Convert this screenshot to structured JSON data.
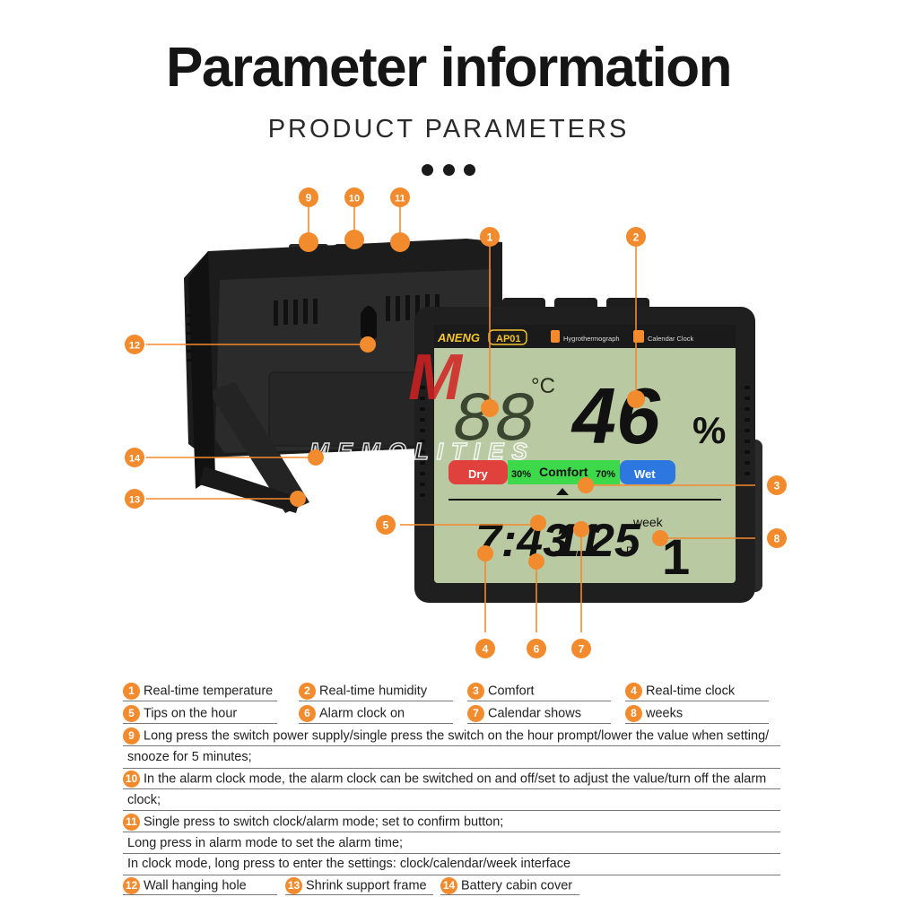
{
  "header": {
    "title": "Parameter information",
    "subtitle": "PRODUCT PARAMETERS"
  },
  "device": {
    "brand": "ANENG",
    "model": "AP01",
    "tag_hygro": "Hygrothermograph",
    "tag_clock": "Calendar Clock",
    "humidity_value": "46",
    "humidity_unit": "%",
    "temp_unit": "°C",
    "zone_dry": "Dry",
    "zone_30": "30%",
    "zone_comfort": "Comfort",
    "zone_70": "70%",
    "zone_wet": "Wet",
    "clock_time": "7:43",
    "month": "11",
    "day": "25",
    "day_unit": "D",
    "week_label": "week",
    "week_value": "1",
    "watermark": "MEMOLITIES"
  },
  "callouts": [
    "1",
    "2",
    "3",
    "4",
    "5",
    "6",
    "7",
    "8",
    "9",
    "10",
    "11",
    "12",
    "13",
    "14"
  ],
  "legend": {
    "items": [
      {
        "num": "1",
        "text": "Real-time temperature"
      },
      {
        "num": "2",
        "text": "Real-time humidity"
      },
      {
        "num": "3",
        "text": "Comfort"
      },
      {
        "num": "4",
        "text": "Real-time clock"
      },
      {
        "num": "5",
        "text": "Tips on the hour"
      },
      {
        "num": "6",
        "text": "Alarm clock on"
      },
      {
        "num": "7",
        "text": "Calendar shows"
      },
      {
        "num": "8",
        "text": "weeks"
      },
      {
        "num": "9",
        "text": "Long press the switch power supply/single press the switch on the hour prompt/lower the value when setting/"
      },
      {
        "num": "10",
        "text": "In the alarm clock mode, the alarm clock can be switched on and off/set to adjust the value/turn off the alarm"
      },
      {
        "num": "11",
        "text": "Single press to switch clock/alarm mode; set to confirm button;"
      },
      {
        "num": "12",
        "text": "Wall hanging hole"
      },
      {
        "num": "13",
        "text": "Shrink support frame"
      },
      {
        "num": "14",
        "text": "Battery cabin cover"
      }
    ],
    "continuations": {
      "c9": "snooze for 5 minutes;",
      "c10": "clock;",
      "c11a": "Long press in alarm mode to set the alarm time;",
      "c11b": "In clock mode, long press to enter the settings: clock/calendar/week interface"
    }
  },
  "colors": {
    "accent": "#f28a2e",
    "lcd": "#b9c9a1",
    "dry": "#e0413d",
    "comfort": "#3dd94a",
    "wet": "#2d78e0",
    "device_body": "#1f1f1f"
  }
}
